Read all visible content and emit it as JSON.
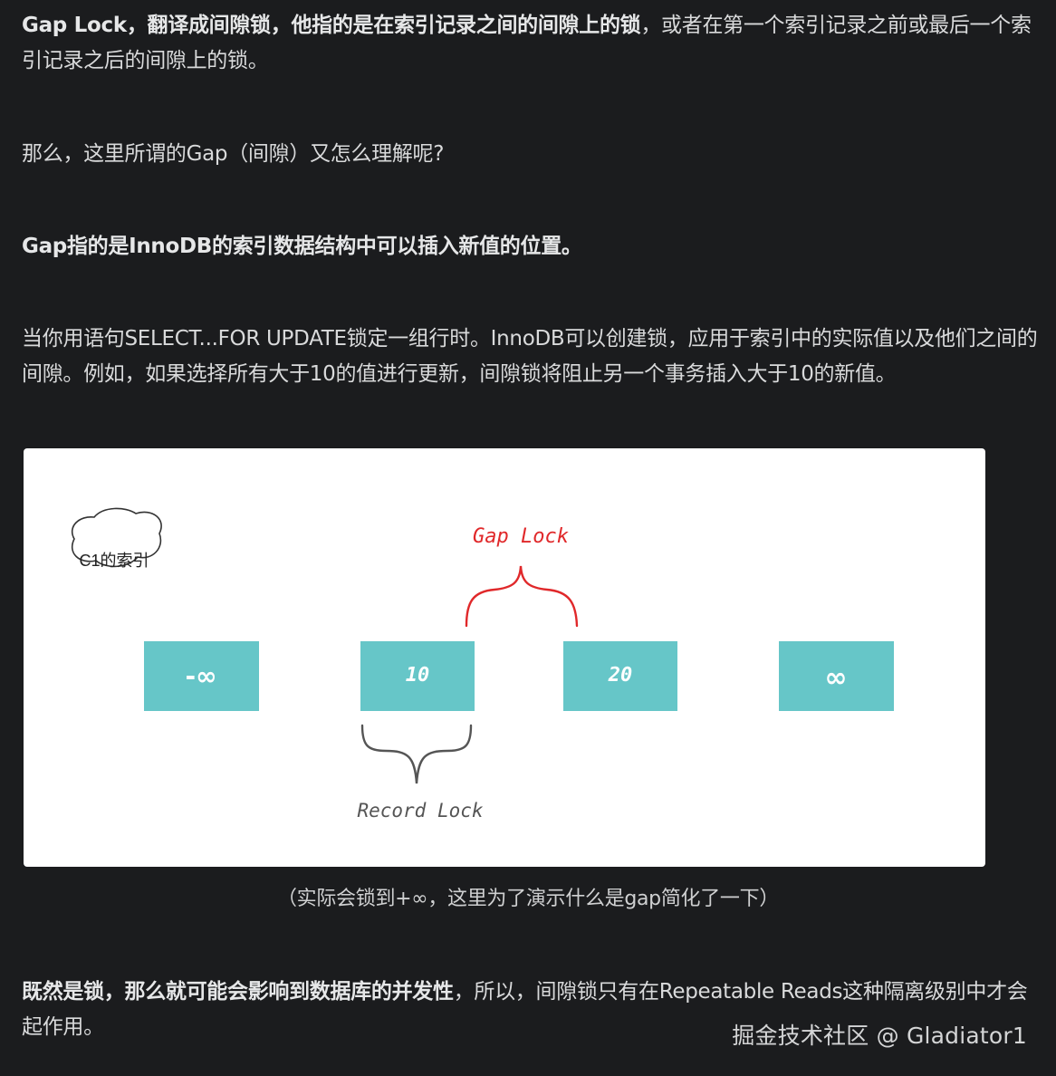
{
  "article": {
    "p1": {
      "bold": "Gap Lock，翻译成间隙锁，他指的是在索引记录之间的间隙上的锁",
      "rest": "，或者在第一个索引记录之前或最后一个索引记录之后的间隙上的锁。"
    },
    "p2": "那么，这里所谓的Gap（间隙）又怎么理解呢?",
    "p3": "Gap指的是InnoDB的索引数据结构中可以插入新值的位置。",
    "p4": "当你用语句SELECT...FOR UPDATE锁定一组行时。InnoDB可以创建锁，应用于索引中的实际值以及他们之间的间隙。例如，如果选择所有大于10的值进行更新，间隙锁将阻止另一个事务插入大于10的新值。",
    "caption": "（实际会锁到+∞，这里为了演示什么是gap简化了一下）",
    "p6": {
      "bold": "既然是锁，那么就可能会影响到数据库的并发性",
      "rest": "，所以，间隙锁只有在Repeatable Reads这种隔离级别中才会起作用。"
    }
  },
  "diagram": {
    "index_label": "C1的索引",
    "gap_lock_label": "Gap Lock",
    "record_lock_label": "Record Lock",
    "boxes": [
      "-∞",
      "10",
      "20",
      "∞"
    ],
    "colors": {
      "box": "#66c6c8",
      "gap_lock": "#e0282a",
      "record_lock": "#555555"
    }
  },
  "watermark": "掘金技术社区 @ Gladiator1"
}
